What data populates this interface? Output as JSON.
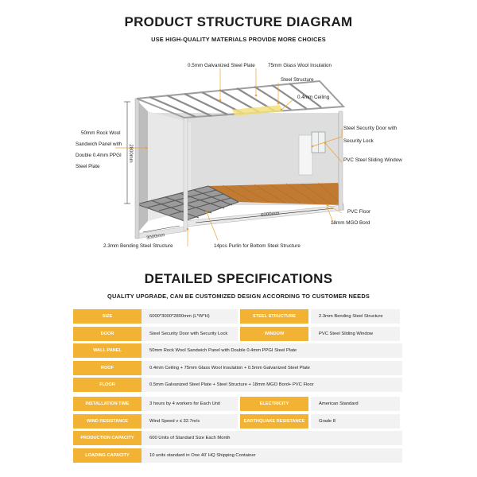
{
  "header": {
    "title": "PRODUCT STRUCTURE DIAGRAM",
    "subtitle": "USE HIGH-QUALITY MATERIALS   PROVIDE MORE CHOICES"
  },
  "diagram": {
    "labels": {
      "galvanized": "0.5mm Galvanized Steel Plate",
      "glass_wool": "75mm Glass Wool Insulation",
      "steel_structure": "Steel Structure",
      "ceiling": "0.4mm Ceiling",
      "wall_1": "50mm Rock Wool",
      "wall_2": "Sandwich Panel with",
      "wall_3": "Double 0.4mm PPGI",
      "wall_4": "Steel Plate",
      "door_1": "Steel Security Door with",
      "door_2": "Security Lock",
      "window": "PVC Steel Sliding Window",
      "pvc_floor": "PVC Floor",
      "mgo": "18mm MGO Bord",
      "bending": "2.3mm Bending Steel Structure",
      "purlin": "14pcs Purlin for Bottom Steel Structure",
      "dim_height": "2800mm",
      "dim_length": "6000mm",
      "dim_width": "3000mm"
    }
  },
  "specs": {
    "title": "DETAILED SPECIFICATIONS",
    "subtitle": "QUALITY UPGRADE, CAN BE CUSTOMIZED DESIGN ACCORDING TO CUSTOMER NEEDS",
    "size_k": "SIZE",
    "size_v": "6000*3000*2800mm (L*W*H)",
    "steel_k": "STEEL STRUCTURE",
    "steel_v": "2.3mm Bending Steel Structure",
    "door_k": "DOOR",
    "door_v": "Steel Security Door with Security Lock",
    "window_k": "WINDOW",
    "window_v": "PVC Steel Sliding Window",
    "wall_k": "WALL PANEL",
    "wall_v": "50mm Rock Wool Sandwich Panel with Double 0.4mm PPGI Steel Plate",
    "roof_k": "ROOF",
    "roof_v": "0.4mm Ceiling + 75mm Glass Wool Insulation + 0.5mm Galvanized Steel Plate",
    "floor_k": "FLOOR",
    "floor_v": "0.5mm Galvanized Steel Plate + Steel Structure + 18mm MGO Bord+ PVC Floor",
    "install_k": "INSTALLATION TIME",
    "install_v": "3 hours by 4 workers for Each Unit",
    "elec_k": "ELECTRICITY",
    "elec_v": "American Standard",
    "wind_k": "WIND RESISTANCE",
    "wind_v": "Wind Speed v ≤ 32.7m/s",
    "quake_k": "EARTHQUAKE RESISTANCE",
    "quake_v": "Grade 8",
    "prod_k": "PRODUCTION CAPACITY",
    "prod_v": "600 Units of Standard Size Each Month",
    "load_k": "LOADING CAPACITY",
    "load_v": "10 units standard in One 40' HQ Shipping Container"
  },
  "colors": {
    "accent": "#f2b233",
    "cell": "#f2f2f2",
    "leader": "#f0a030"
  }
}
